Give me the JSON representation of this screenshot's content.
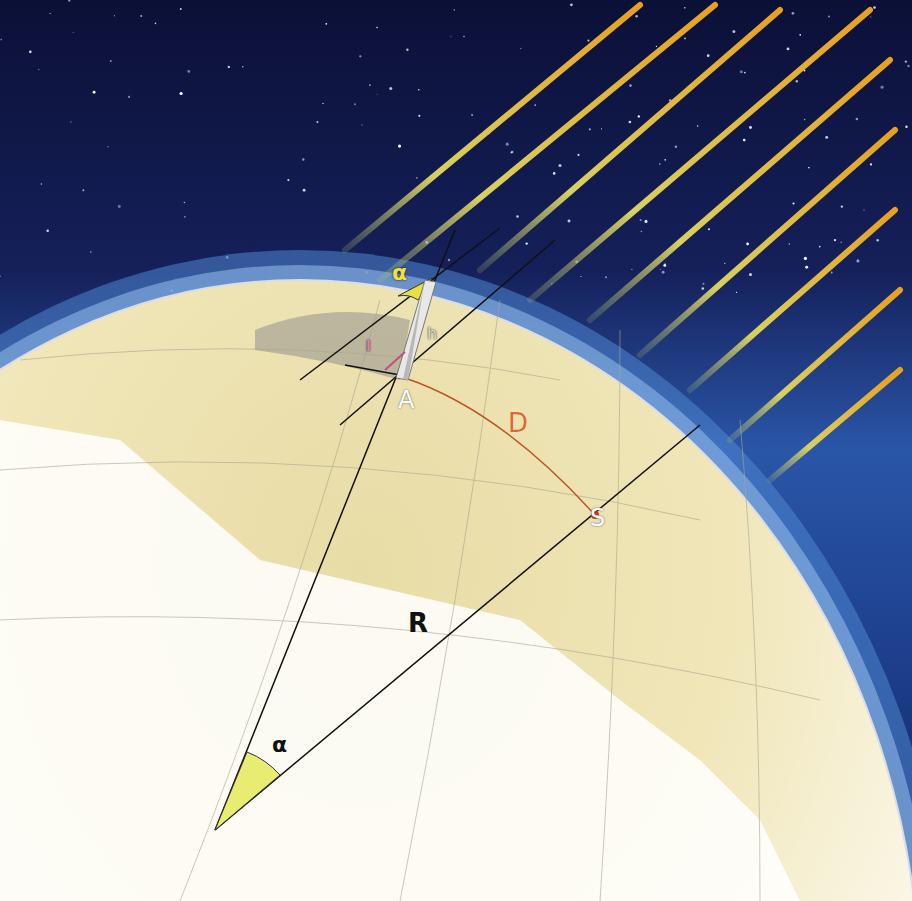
{
  "diagram": {
    "labels": [
      "α",
      "h",
      "l",
      "A",
      "D",
      "S",
      "R",
      "α"
    ]
  }
}
